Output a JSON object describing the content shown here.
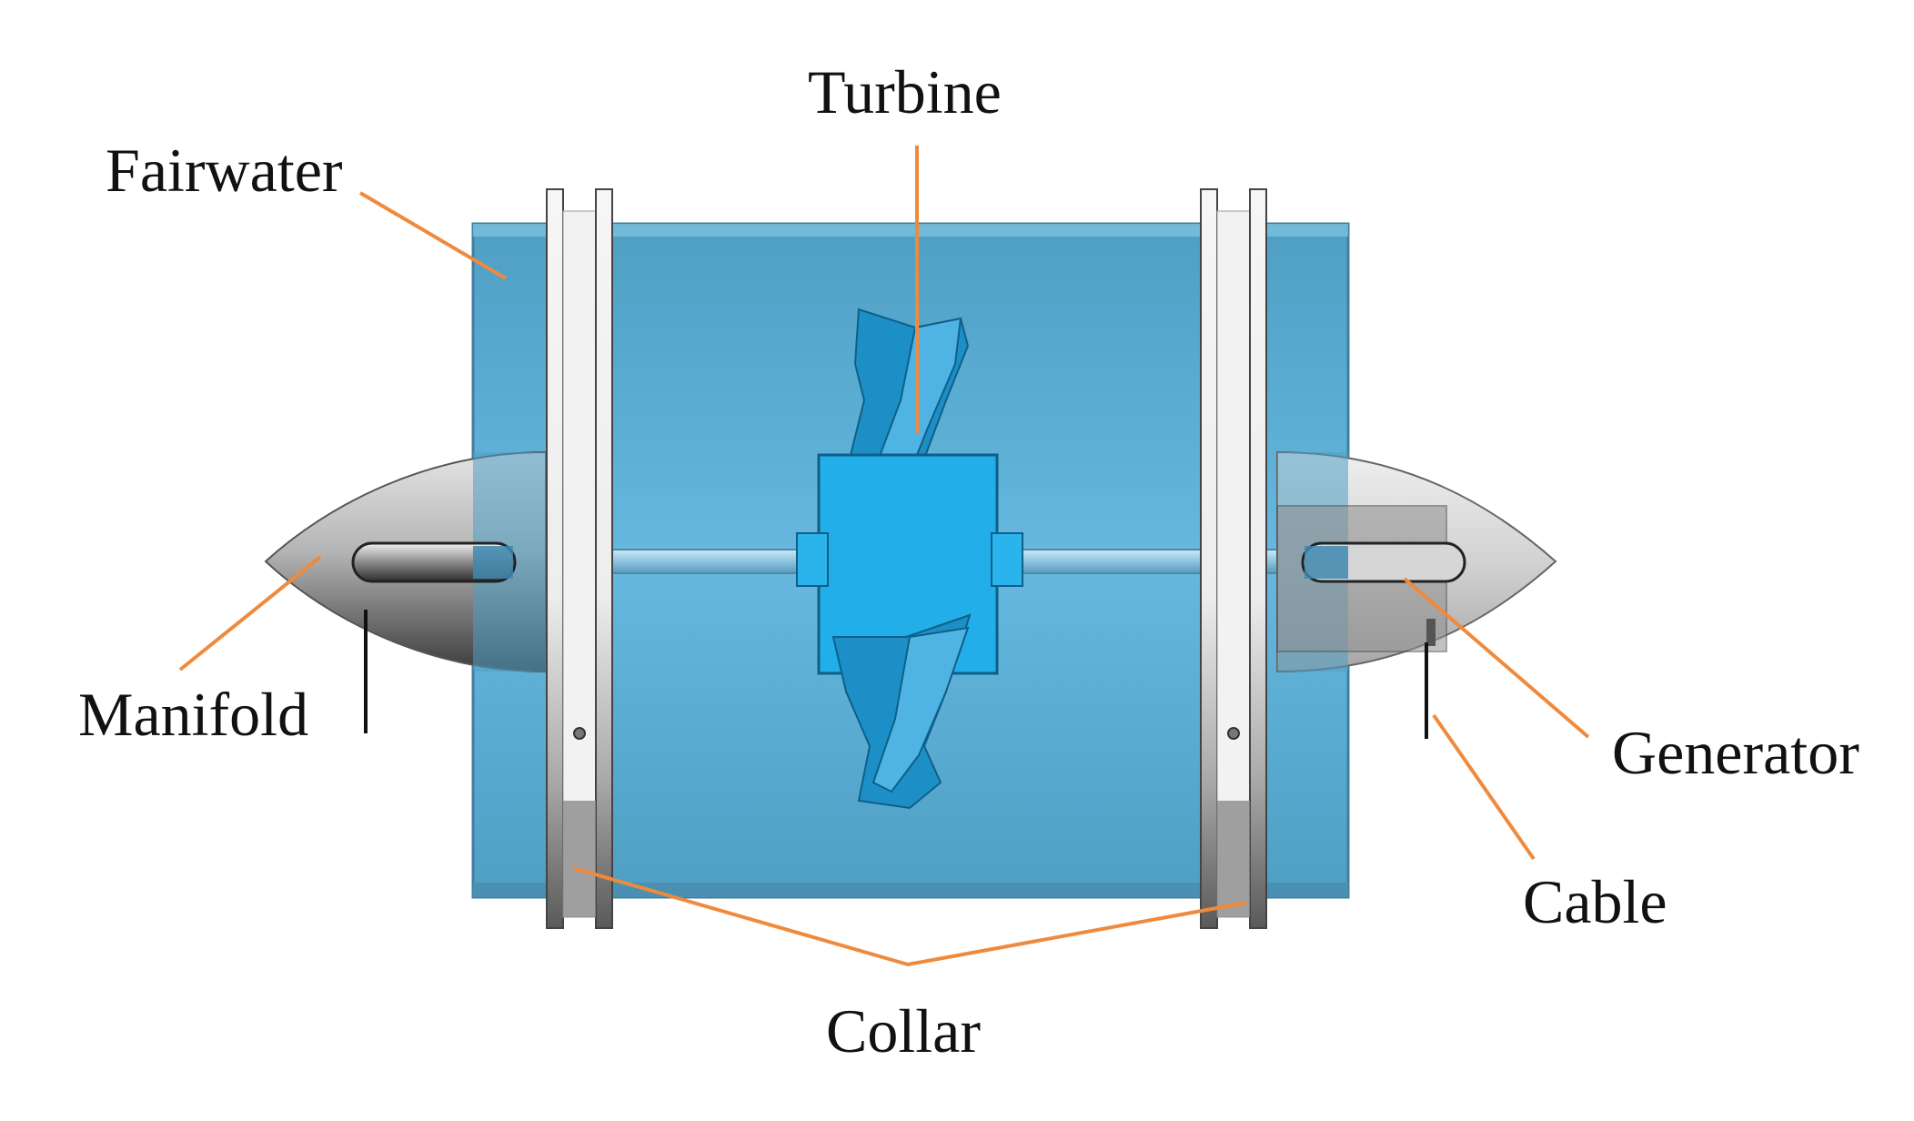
{
  "labels": {
    "turbine": "Turbine",
    "fairwater": "Fairwater",
    "manifold": "Manifold",
    "generator": "Generator",
    "cable": "Cable",
    "collar": "Collar"
  },
  "colors": {
    "leader_line": "#ef8a3c",
    "fairwater_blue": "#5fb0d8",
    "turbine_blue": "#1a9ad6",
    "nose_gray": "#b9b9b9"
  }
}
